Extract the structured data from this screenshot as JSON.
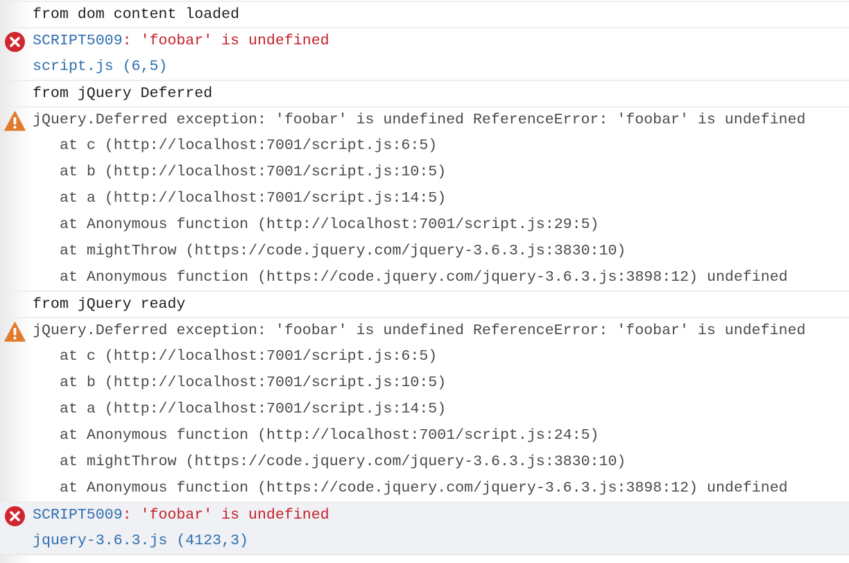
{
  "console": {
    "entries": [
      {
        "type": "log",
        "message": "from dom content loaded"
      },
      {
        "type": "error",
        "icon": "error-icon",
        "code": "SCRIPT5009",
        "separator": ": ",
        "message": "'foobar' is undefined",
        "source": "script.js (6,5)"
      },
      {
        "type": "log",
        "message": "from jQuery Deferred"
      },
      {
        "type": "warning",
        "icon": "warning-icon",
        "message": "jQuery.Deferred exception: 'foobar' is undefined ReferenceError: 'foobar' is undefined",
        "stack": [
          "at c (http://localhost:7001/script.js:6:5)",
          "at b (http://localhost:7001/script.js:10:5)",
          "at a (http://localhost:7001/script.js:14:5)",
          "at Anonymous function (http://localhost:7001/script.js:29:5)",
          "at mightThrow (https://code.jquery.com/jquery-3.6.3.js:3830:10)",
          "at Anonymous function (https://code.jquery.com/jquery-3.6.3.js:3898:12) undefined"
        ]
      },
      {
        "type": "log",
        "message": "from jQuery ready"
      },
      {
        "type": "warning",
        "icon": "warning-icon",
        "message": "jQuery.Deferred exception: 'foobar' is undefined ReferenceError: 'foobar' is undefined",
        "stack": [
          "at c (http://localhost:7001/script.js:6:5)",
          "at b (http://localhost:7001/script.js:10:5)",
          "at a (http://localhost:7001/script.js:14:5)",
          "at Anonymous function (http://localhost:7001/script.js:24:5)",
          "at mightThrow (https://code.jquery.com/jquery-3.6.3.js:3830:10)",
          "at Anonymous function (https://code.jquery.com/jquery-3.6.3.js:3898:12) undefined"
        ]
      },
      {
        "type": "error",
        "icon": "error-icon",
        "selected": true,
        "code": "SCRIPT5009",
        "separator": ": ",
        "message": "'foobar' is undefined",
        "source": "jquery-3.6.3.js (4123,3)"
      }
    ]
  },
  "colors": {
    "error_code_blue": "#2f6db0",
    "error_message_red": "#c4212b",
    "error_icon_red": "#d0262f",
    "warning_icon_orange": "#e07b2e",
    "selected_row_bg": "#eff1f4",
    "divider": "#eeeeee"
  }
}
